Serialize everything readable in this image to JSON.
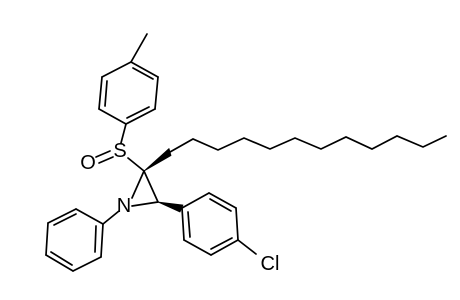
{
  "atoms": {
    "sulfur": "S",
    "oxygen": "O",
    "nitrogen": "N",
    "chlorine": "Cl"
  },
  "colors": {
    "bond": "#000000",
    "background": "#ffffff"
  }
}
